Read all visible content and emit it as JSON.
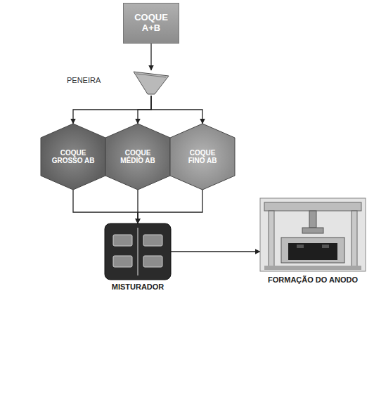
{
  "diagram": {
    "nodes": [
      {
        "text": [
          "COQUE A+B"
        ]
      },
      {
        "text": [
          "PENEIRA"
        ]
      },
      {
        "text": [
          "COQUE GROSSO AB"
        ]
      },
      {
        "text": [
          "COQUE MÉDIO AB"
        ]
      },
      {
        "text": [
          "COQUE FINO AB"
        ]
      },
      {
        "text": [
          "MISTURADOR"
        ]
      },
      {
        "text": [
          "FORMAÇÃO DO ANODO"
        ]
      }
    ],
    "edges": [
      {
        "from": 0,
        "to": 1,
        "arrow": "to"
      },
      {
        "from": 1,
        "to": 2,
        "arrow": "to"
      },
      {
        "from": 1,
        "to": 3,
        "arrow": "to"
      },
      {
        "from": 1,
        "to": 4,
        "arrow": "to"
      },
      {
        "from": 2,
        "to": 5,
        "arrow": "to"
      },
      {
        "from": 3,
        "to": 5,
        "arrow": "to"
      },
      {
        "from": 4,
        "to": 5,
        "arrow": "to"
      },
      {
        "from": 5,
        "to": 6,
        "arrow": "to"
      }
    ]
  }
}
